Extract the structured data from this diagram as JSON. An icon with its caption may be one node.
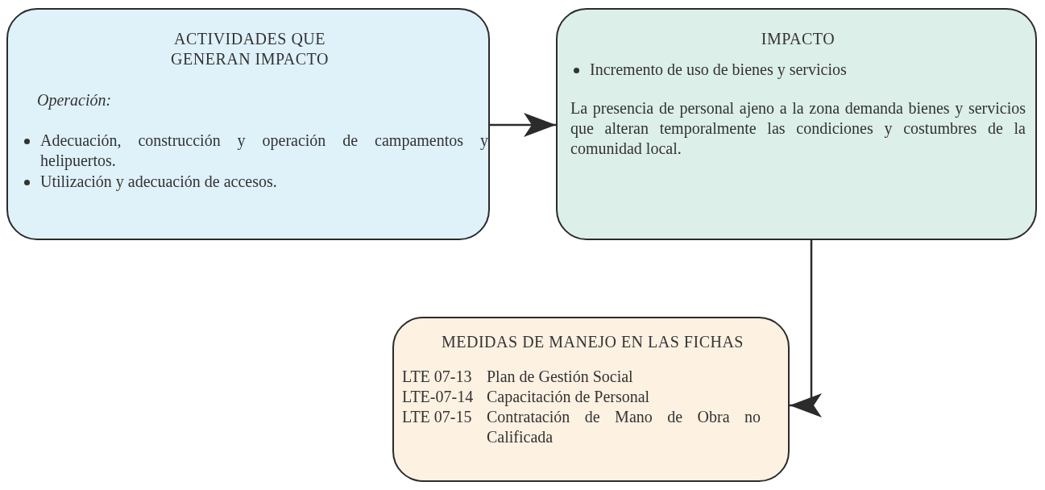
{
  "diagram": {
    "nodes": [
      {
        "text": [
          "ACTIVIDADES QUE GENERAN IMPACTO",
          "Operación:",
          "Adecuación, construcción y operación de campamentos y helipuertos.",
          "Utilización y adecuación de accesos."
        ]
      },
      {
        "text": [
          "IMPACTO",
          "Incremento de uso de bienes y servicios",
          "La presencia de personal ajeno a la zona demanda bienes y servicios que alteran temporalmente las condiciones y costumbres de la comunidad local."
        ]
      },
      {
        "text": [
          "MEDIDAS DE MANEJO EN LAS FICHAS",
          "LTE 07-13",
          "Plan de Gestión Social",
          "LTE-07-14",
          "Capacitación de Personal",
          "LTE 07-15",
          "Contratación de Mano de Obra no Calificada"
        ]
      }
    ],
    "edges": [
      {
        "from": 0,
        "to": 1,
        "arrow": "to"
      },
      {
        "from": 1,
        "to": 2,
        "arrow": "to"
      }
    ]
  }
}
